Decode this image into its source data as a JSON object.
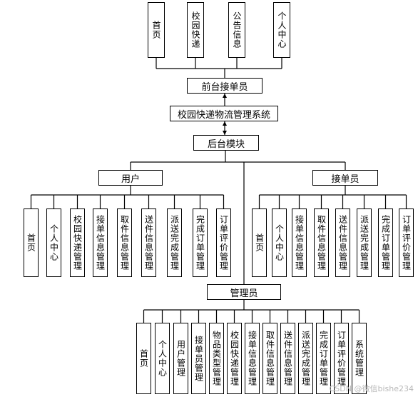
{
  "frontend": {
    "title": "前台接单员",
    "items": [
      "首页",
      "校园快递",
      "公告信息",
      "个人中心"
    ]
  },
  "system": {
    "title": "校园快递物流管理系统"
  },
  "backend": {
    "title": "后台模块"
  },
  "user_module": {
    "title": "用户",
    "items": [
      "首页",
      "个人中心",
      "校园快递管理",
      "接单信息管理",
      "取件信息管理",
      "送件信息管理",
      "派送完成管理",
      "完成订单管理",
      "订单评价管理"
    ]
  },
  "courier_module": {
    "title": "接单员",
    "items": [
      "首页",
      "个人中心",
      "接单信息管理",
      "取件信息管理",
      "送件信息管理",
      "派送完成管理",
      "完成订单管理",
      "订单评价管理"
    ]
  },
  "admin_module": {
    "title": "管理员",
    "items": [
      "首页",
      "个人中心",
      "用户管理",
      "接单员管理",
      "物品类型管理",
      "校园快递管理",
      "接单信息管理",
      "取件信息管理",
      "送件信息管理",
      "派送完成管理",
      "完成订单管理",
      "订单评价管理",
      "系统管理"
    ]
  },
  "watermark": "CSDN @微信bishe234"
}
